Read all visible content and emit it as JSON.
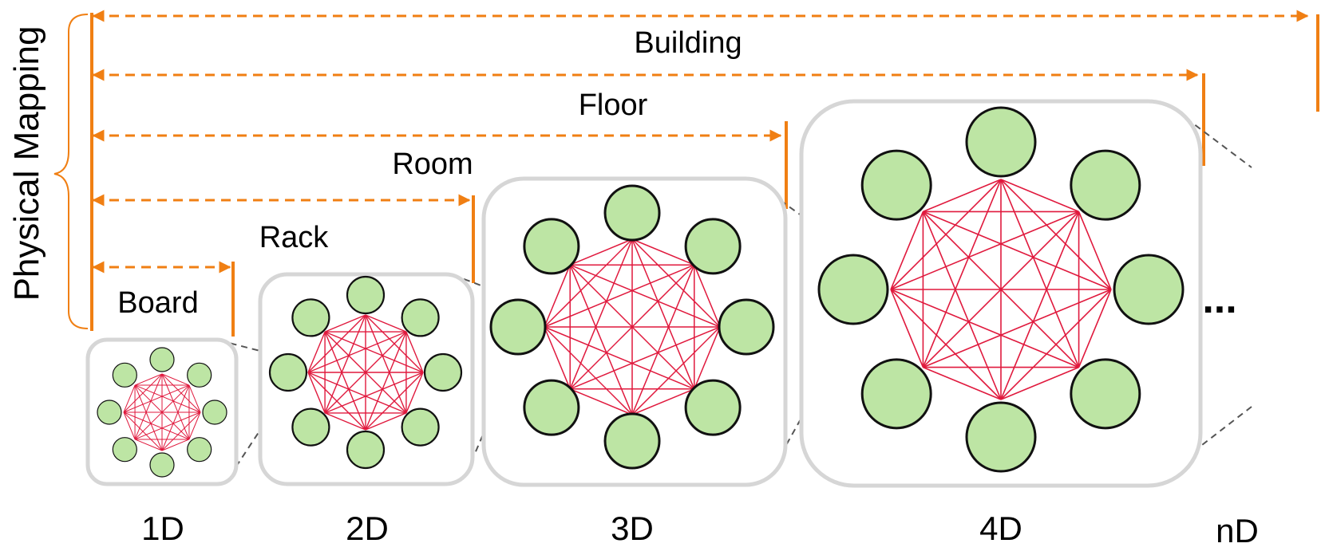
{
  "side_label": "Physical Mapping",
  "ranges": [
    {
      "label": "Board"
    },
    {
      "label": "Rack"
    },
    {
      "label": "Room"
    },
    {
      "label": "Floor"
    },
    {
      "label": "Building"
    }
  ],
  "dimensions": [
    {
      "label": "1D",
      "nodes": 8
    },
    {
      "label": "2D",
      "nodes": 8
    },
    {
      "label": "3D",
      "nodes": 8
    },
    {
      "label": "4D",
      "nodes": 8
    },
    {
      "label": "nD"
    }
  ],
  "ellipsis": "...",
  "colors": {
    "arrow": "#f07f13",
    "brace": "#f07f13",
    "node_fill": "#bde5a4",
    "node_stroke": "#111111",
    "edge": "#e0193d",
    "box_stroke": "#d6d6d6",
    "connector": "#555555"
  }
}
